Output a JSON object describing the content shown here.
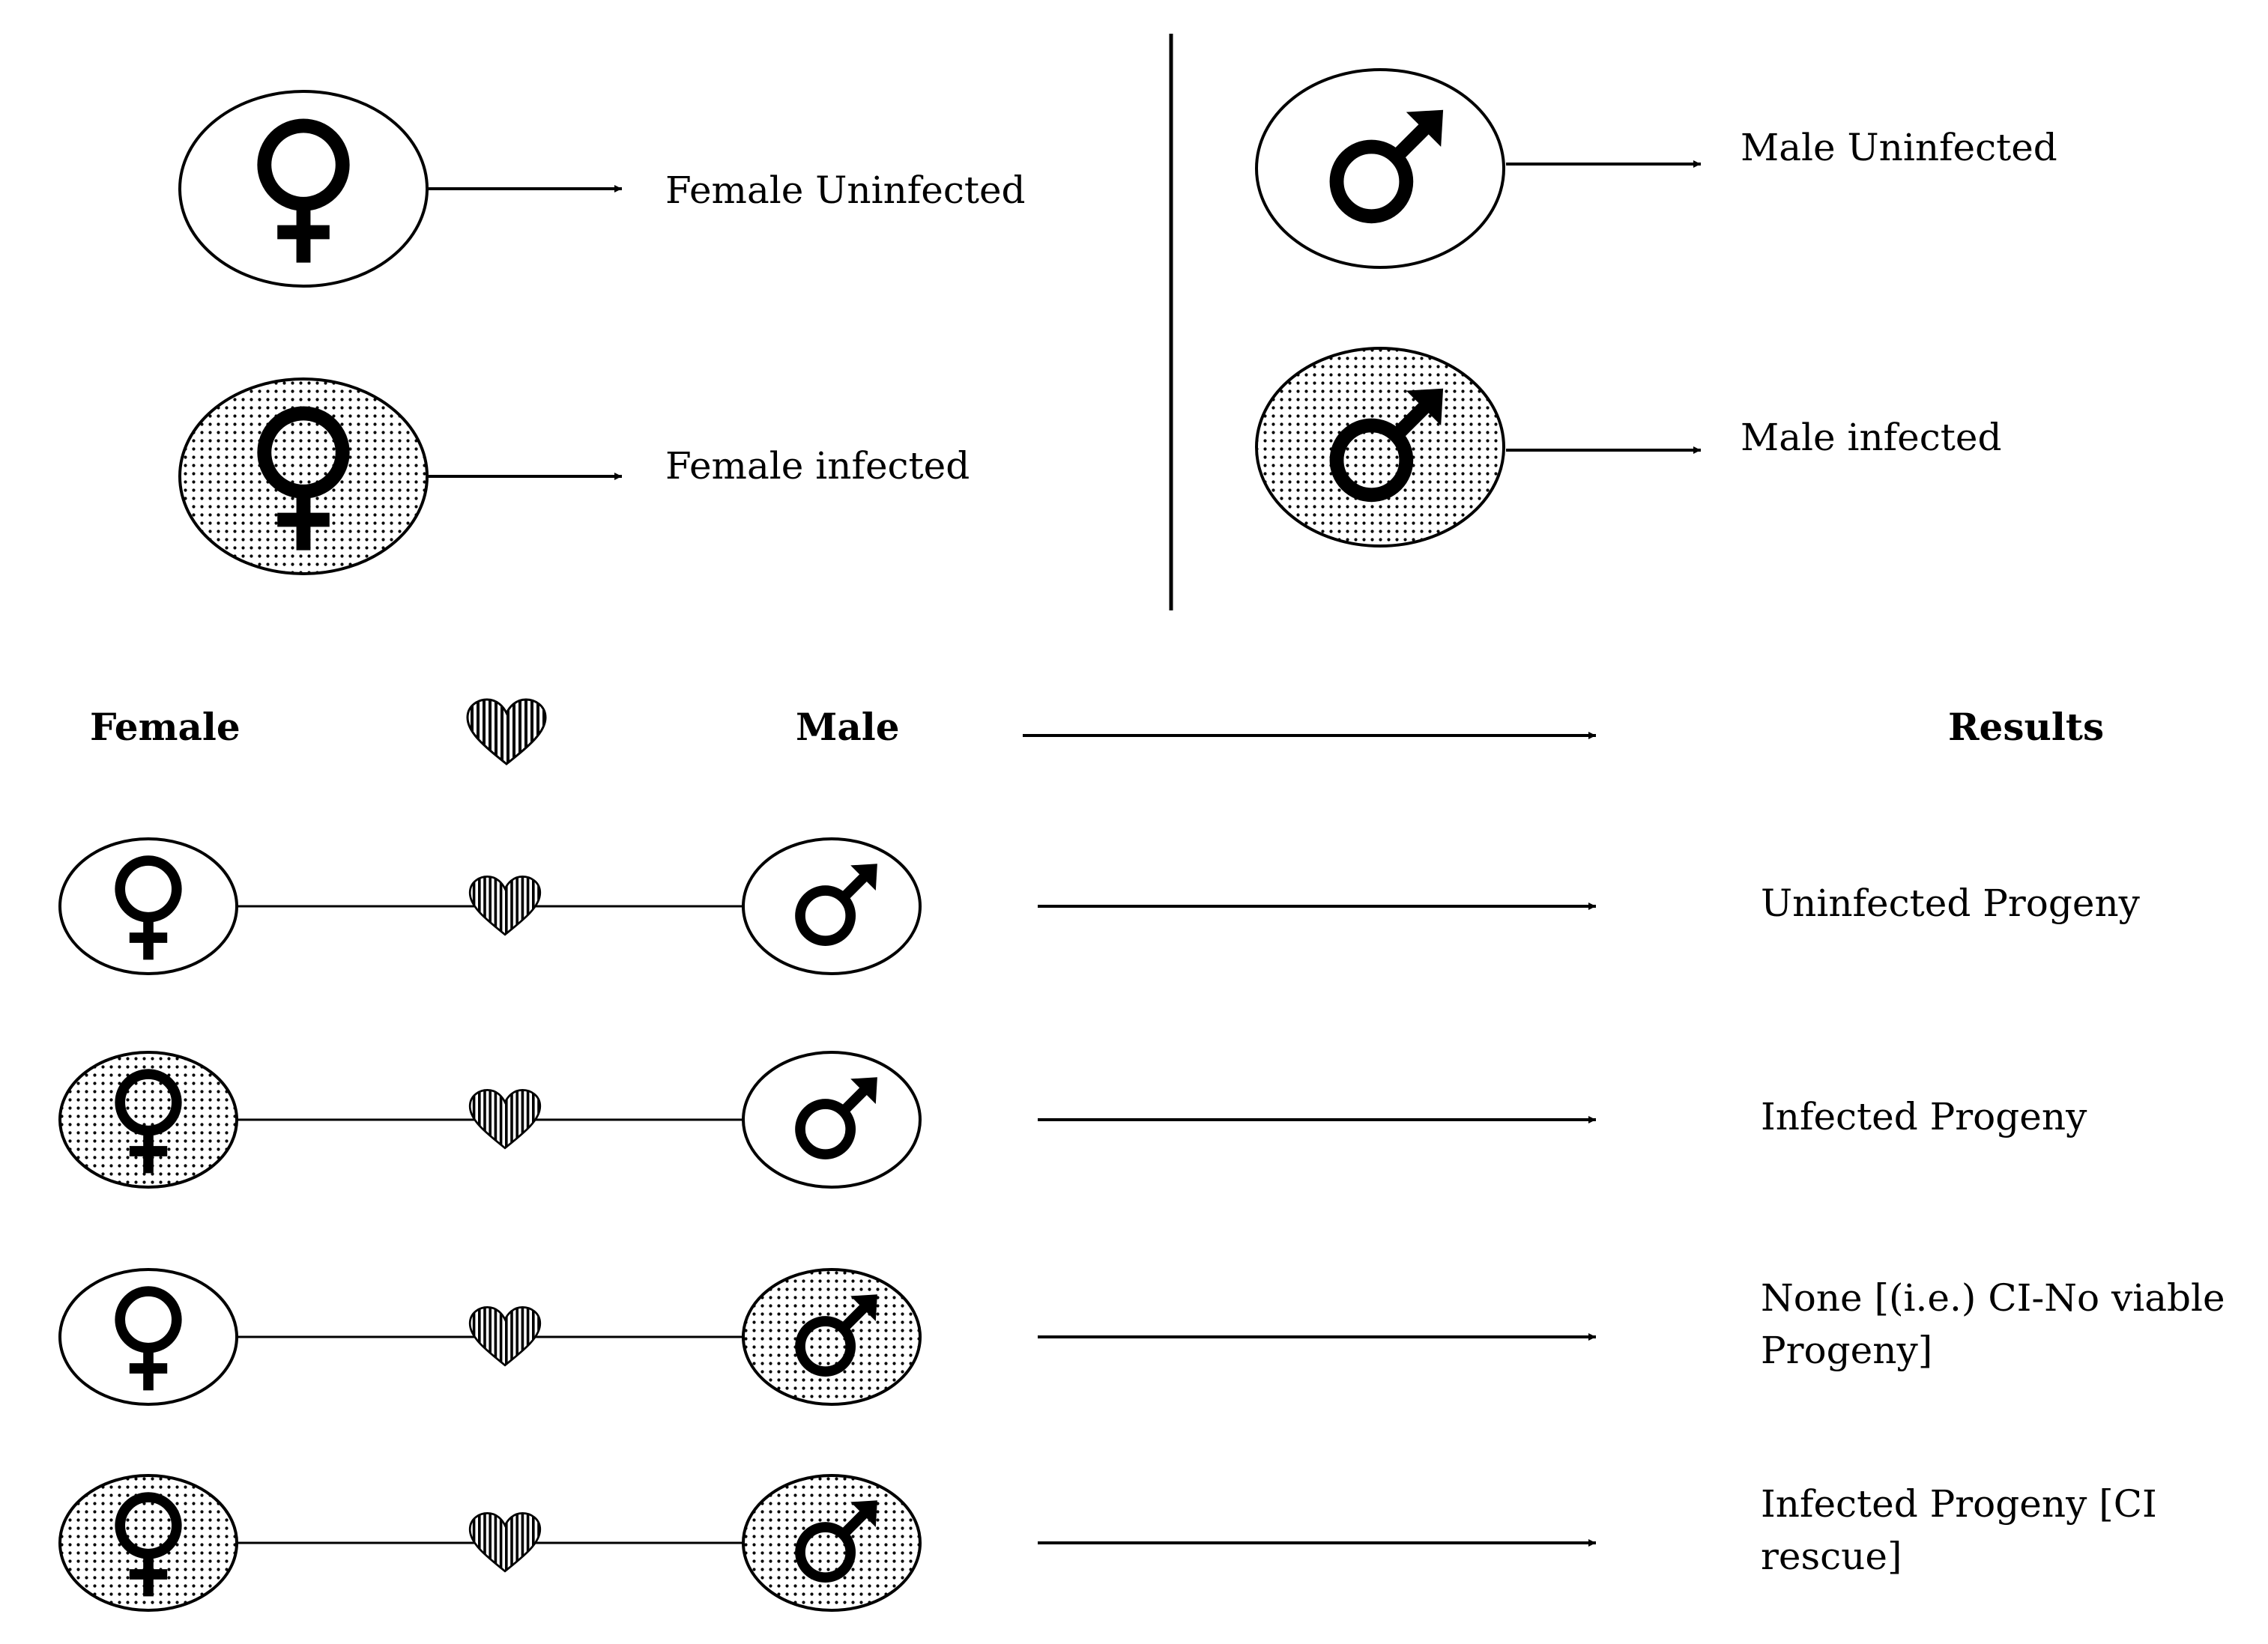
{
  "legend": {
    "female_uninfected": "Female Uninfected",
    "female_infected": "Female infected",
    "male_uninfected": "Male Uninfected",
    "male_infected": "Male infected"
  },
  "cross_header": {
    "female": "Female",
    "male": "Male",
    "results": "Results"
  },
  "crosses": [
    {
      "female_infected": false,
      "male_infected": false,
      "result_lines": [
        "Uninfected Progeny"
      ]
    },
    {
      "female_infected": true,
      "male_infected": false,
      "result_lines": [
        "Infected Progeny"
      ]
    },
    {
      "female_infected": false,
      "male_infected": true,
      "result_lines": [
        "None [(i.e.) CI-No viable",
        "Progeny]"
      ]
    },
    {
      "female_infected": true,
      "male_infected": true,
      "result_lines": [
        "Infected Progeny  [CI",
        "rescue]"
      ]
    }
  ],
  "icons": [
    "female-symbol-icon",
    "male-symbol-icon",
    "heart-icon",
    "arrow-icon"
  ],
  "colors": {
    "stroke": "#000000",
    "background": "#ffffff",
    "infected_dots": "#000000"
  }
}
